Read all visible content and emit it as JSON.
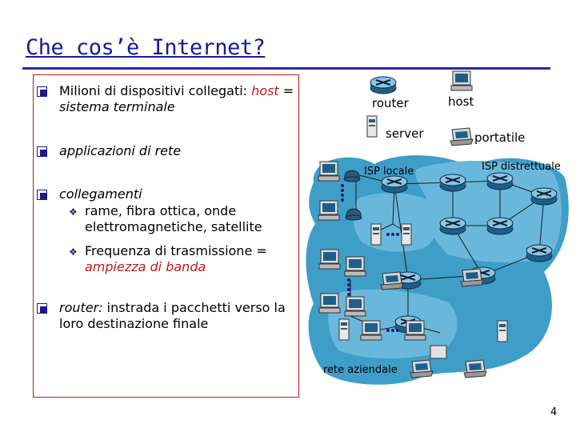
{
  "title": "Che cos’è Internet?",
  "bullets": {
    "b1_a": "Milioni di dispositivi collegati: ",
    "b1_b": "host",
    "b1_c": " = sistema terminale",
    "b2": "applicazioni di rete",
    "b3": "collegamenti",
    "b3_sub1": "rame, fibra ottica, onde elettromagnetiche, satellite",
    "b3_sub2_a": "Frequenza di trasmissione = ",
    "b3_sub2_b": "ampiezza di banda",
    "b4_a": "router:",
    "b4_b": " instrada i pacchetti verso la loro destinazione finale"
  },
  "legend": {
    "router": "router",
    "host": "host",
    "server": "server",
    "portatile": "portatile"
  },
  "diagram": {
    "isp_locale": "ISP locale",
    "isp_distrettuale": "ISP distrettuale",
    "rete_aziendale": "rete aziendale"
  },
  "page_number": "4",
  "colors": {
    "title": "#1a1a9a",
    "accent_red": "#c01818",
    "network_blue": "#3f9ec8"
  }
}
